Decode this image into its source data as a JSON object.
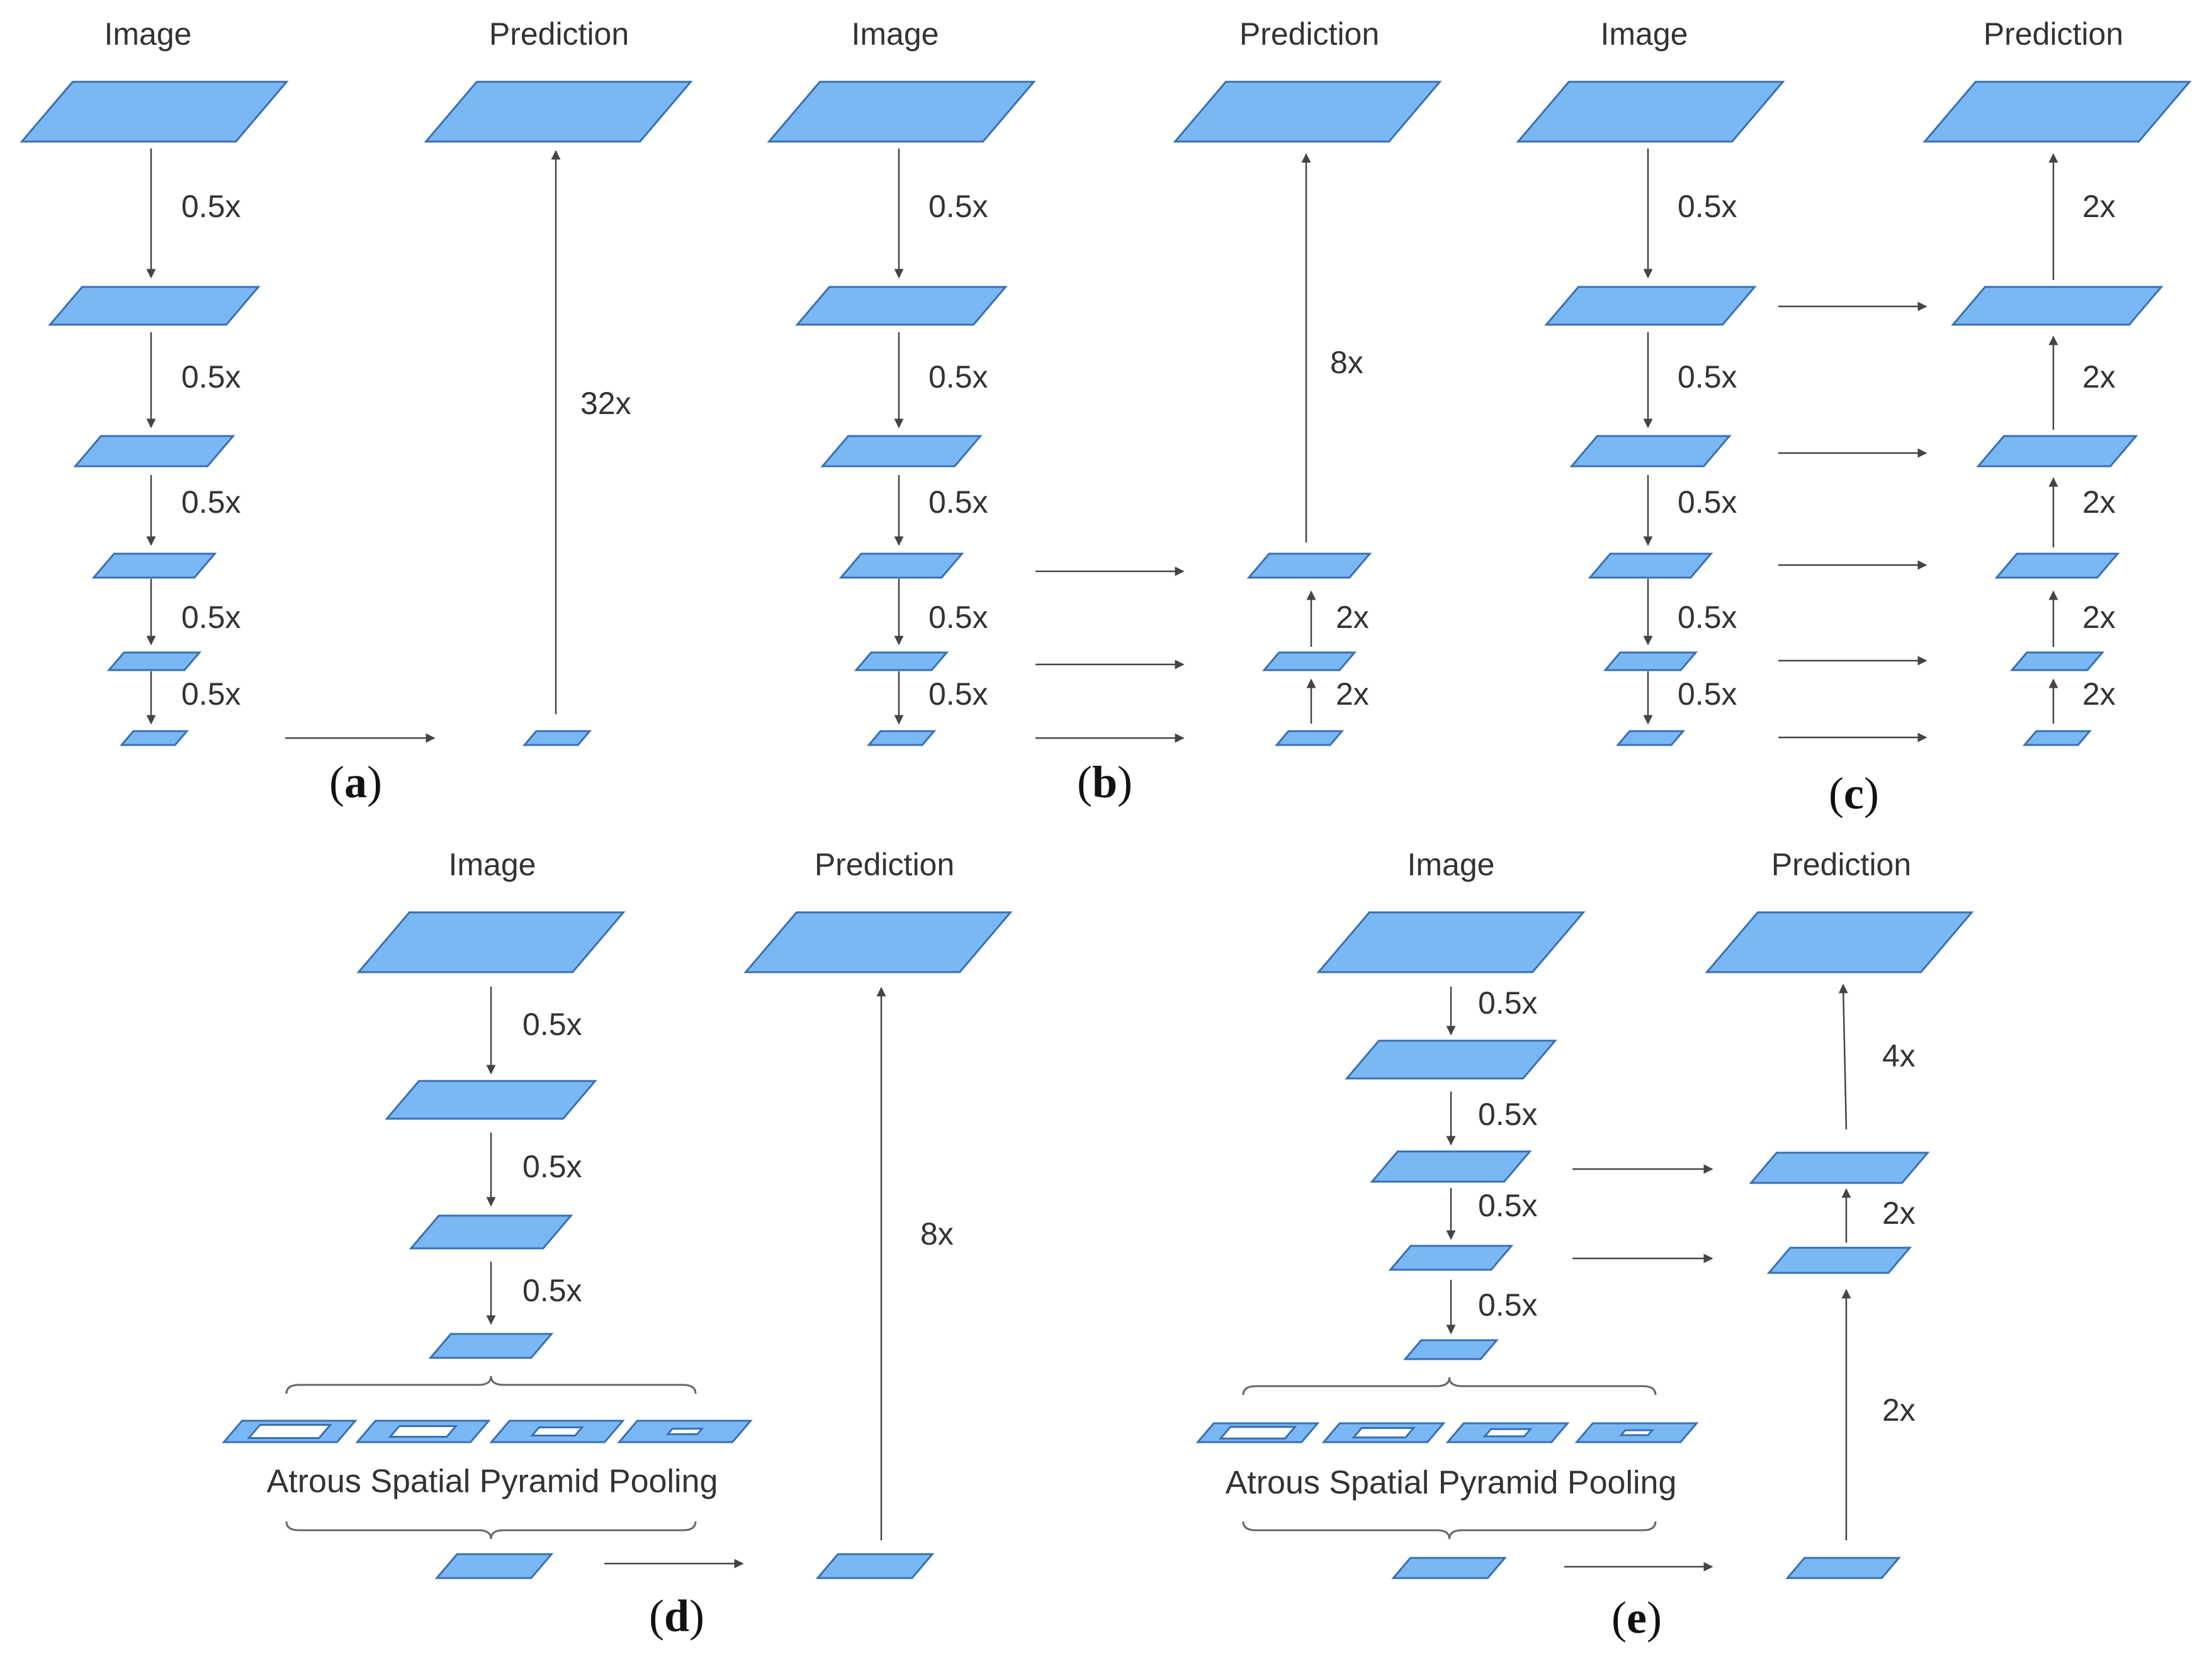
{
  "headers": {
    "image": "Image",
    "prediction": "Prediction"
  },
  "colors": {
    "layer_fill": "#7ab8f5",
    "layer_stroke": "#3a6fb0",
    "arrow": "#444444",
    "text": "#333333"
  },
  "panels": [
    {
      "id": "a",
      "label_open": "(",
      "label_letter": "a",
      "label_close": ")",
      "down_factors": [
        "0.5x",
        "0.5x",
        "0.5x",
        "0.5x",
        "0.5x"
      ],
      "up_factors": [
        "32x"
      ]
    },
    {
      "id": "b",
      "label_open": "(",
      "label_letter": "b",
      "label_close": ")",
      "down_factors": [
        "0.5x",
        "0.5x",
        "0.5x",
        "0.5x",
        "0.5x"
      ],
      "up_factors": [
        "2x",
        "2x",
        "8x"
      ]
    },
    {
      "id": "c",
      "label_open": "(",
      "label_letter": "c",
      "label_close": ")",
      "down_factors": [
        "0.5x",
        "0.5x",
        "0.5x",
        "0.5x",
        "0.5x"
      ],
      "up_factors": [
        "2x",
        "2x",
        "2x",
        "2x",
        "2x"
      ]
    },
    {
      "id": "d",
      "label_open": "(",
      "label_letter": "d",
      "label_close": ")",
      "down_factors": [
        "0.5x",
        "0.5x",
        "0.5x"
      ],
      "up_factors": [
        "8x"
      ],
      "aspp_label": "Atrous Spatial Pyramid Pooling"
    },
    {
      "id": "e",
      "label_open": "(",
      "label_letter": "e",
      "label_close": ")",
      "down_factors": [
        "0.5x",
        "0.5x",
        "0.5x",
        "0.5x"
      ],
      "up_factors": [
        "2x",
        "2x",
        "4x"
      ],
      "aspp_label": "Atrous Spatial Pyramid Pooling"
    }
  ]
}
